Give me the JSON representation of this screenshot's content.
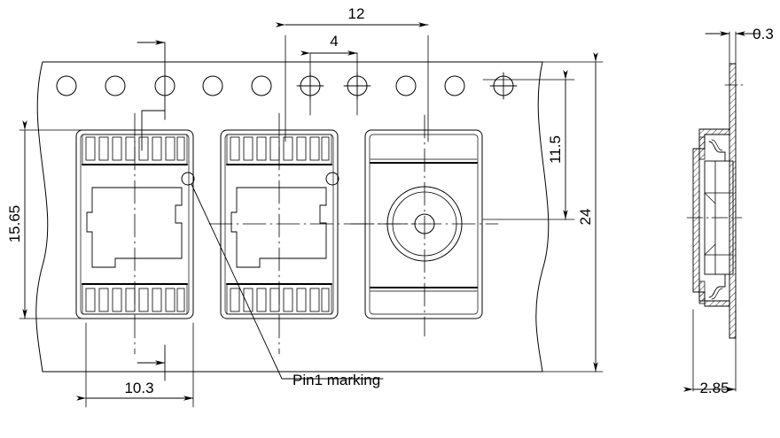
{
  "drawing": {
    "title": "RJ45 modular jack connector tape-and-reel dimension drawing",
    "units": "mm",
    "line_color": "#000000",
    "background": "#ffffff"
  },
  "dimensions": {
    "pitch_overall": "12",
    "pitch_sprocket": "4",
    "body_height": "15.65",
    "tape_height_partial": "11.5",
    "tape_height_total": "24",
    "body_width": "10.3",
    "wall_thickness": "0.3",
    "section_depth": "2.85"
  },
  "labels": {
    "pin1": "Pin1 marking"
  },
  "views": {
    "top_view_name": "carrier-tape-top-view",
    "section_view_name": "connector-cross-section-view"
  },
  "sprocket_holes": {
    "count": 10,
    "with_centermark": [
      6,
      7,
      10
    ]
  },
  "connectors": {
    "count": 3,
    "pins_per_row": 8,
    "rows": 2
  }
}
